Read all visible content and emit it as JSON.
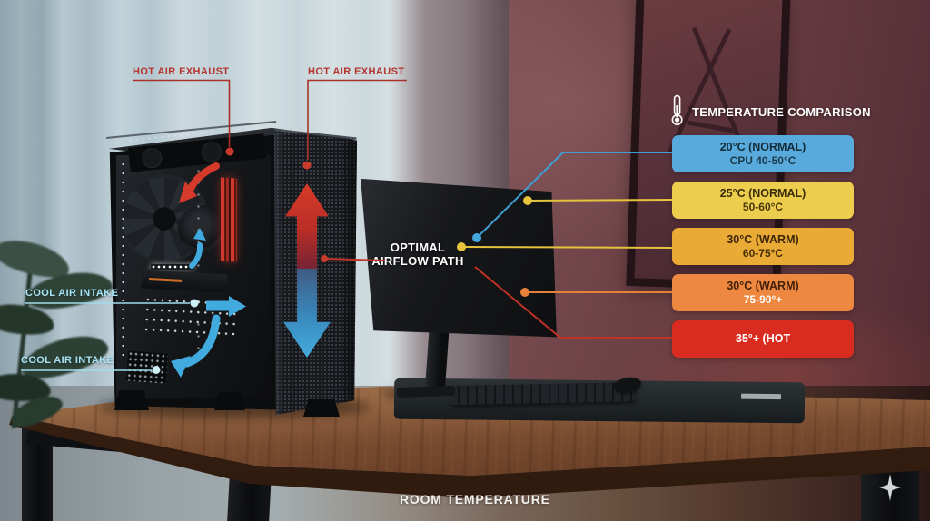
{
  "annotations": {
    "hot_air_exhaust_left": "HOT AIR EXHAUST",
    "hot_air_exhaust_front": "HOT AIR EXHAUST",
    "cool_air_intake_upper": "COOL AIR INTAKE",
    "cool_air_intake_lower": "COOL AIR INTAKE",
    "optimal_airflow": {
      "line1": "OPTIMAL",
      "line2": "AIRFLOW PATH"
    },
    "room_temperature": "ROOM TEMPERATURE"
  },
  "temperature_panel": {
    "title": "TEMPERATURE COMPARISON",
    "icon": "thermometer-icon",
    "items": [
      {
        "label": "20°C (NORMAL)",
        "sublabel": "CPU 40-50°C",
        "bg": "#57aadb",
        "label_color": "#142c38",
        "sublabel_color": "#1b3a49"
      },
      {
        "label": "25°C (NORMAL)",
        "sublabel": "50-60°C",
        "bg": "#edcd4d",
        "label_color": "#3a2d08",
        "sublabel_color": "#473608"
      },
      {
        "label": "30°C (WARM)",
        "sublabel": "60-75°C",
        "bg": "#e9ab36",
        "label_color": "#3d2707",
        "sublabel_color": "#462d06"
      },
      {
        "label": "30°C (WARM)",
        "sublabel": "75-90°+",
        "bg": "#ee8740",
        "label_color": "#401f07",
        "sublabel_color": "#ffffff"
      },
      {
        "label": "35°+ (HOT",
        "sublabel": "",
        "bg": "#d92b20",
        "label_color": "#ffffff",
        "sublabel_color": "#ffffff"
      }
    ]
  },
  "icons": {
    "thermometer": "thermometer-icon",
    "brand_sparkle": "sparkle-logo-icon"
  },
  "colors": {
    "hot_label": "#b5342e",
    "cool_label": "#a9e2f2",
    "hot_line": "#a8322a",
    "cool_line": "#9fdcec",
    "blue_line": "#3f9fd4",
    "yellow_line": "#e6c33e",
    "orange_line": "#e5803a",
    "red_line": "#bf3327",
    "blue_dot": "#45a8dc",
    "yellow_dot": "#e8c43c",
    "orange_dot": "#e8813a",
    "red_dot": "#cc3a2e",
    "cool_dot": "#cdeef5",
    "hot_arrow": "#d63a2a",
    "cool_arrow": "#41aade"
  }
}
